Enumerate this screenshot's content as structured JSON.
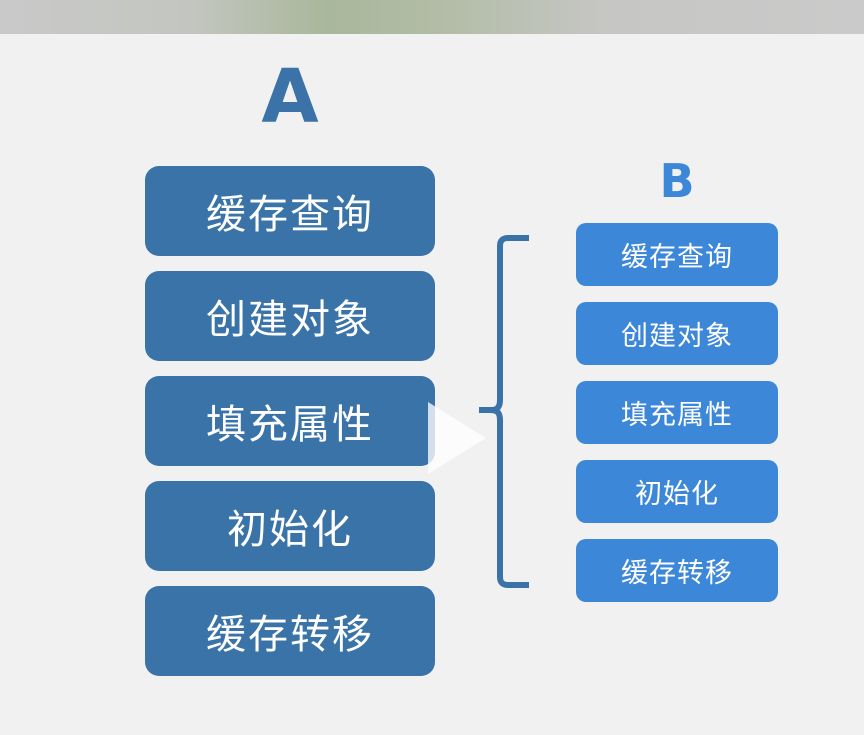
{
  "group_a": {
    "heading": "A",
    "items": [
      "缓存查询",
      "创建对象",
      "填充属性",
      "初始化",
      "缓存转移"
    ]
  },
  "group_b": {
    "heading": "B",
    "items": [
      "缓存查询",
      "创建对象",
      "填充属性",
      "初始化",
      "缓存转移"
    ]
  },
  "colors": {
    "group_a_box": "#3a73a8",
    "group_b_box": "#3d87d9",
    "bracket": "#3a73a8",
    "background": "#f1f1f1"
  }
}
